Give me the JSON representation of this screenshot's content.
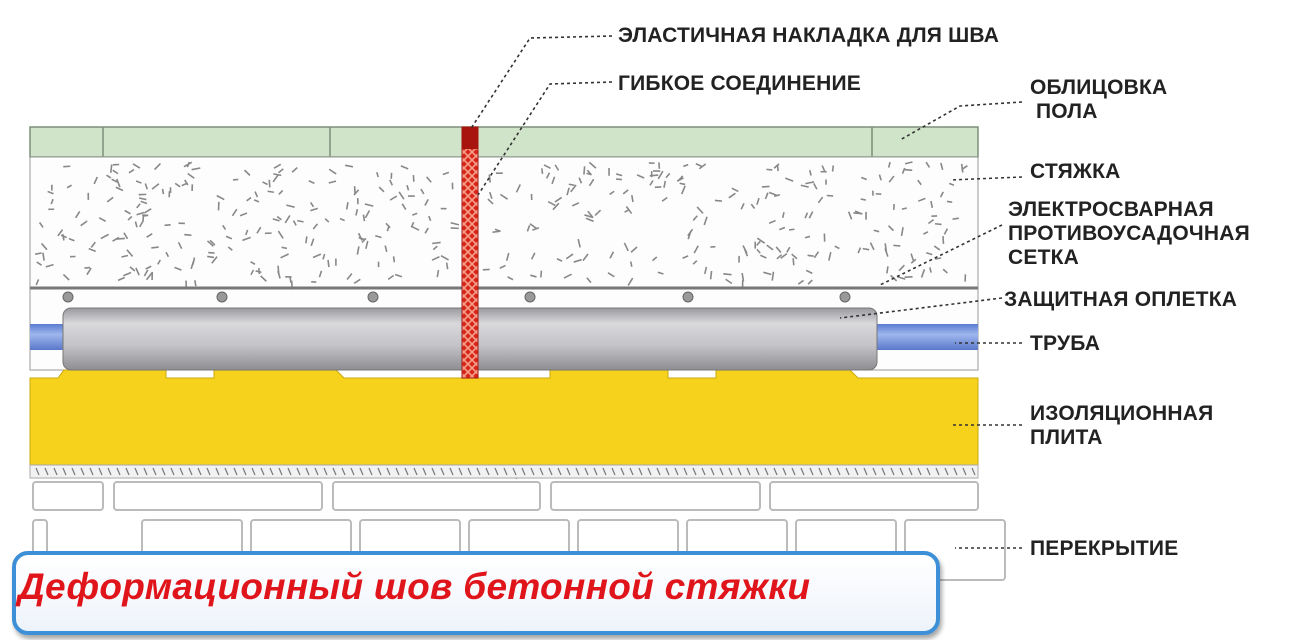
{
  "labels": {
    "elastic_overlay": "ЭЛАСТИЧНАЯ НАКЛАДКА ДЛЯ ШВА",
    "flexible_joint": "ГИБКОЕ СОЕДИНЕНИЕ",
    "floor_covering_1": "ОБЛИЦОВКА",
    "floor_covering_2": "ПОЛА",
    "screed": "СТЯЖКА",
    "mesh_1": "ЭЛЕКТРОСВАРНАЯ",
    "mesh_2": "ПРОТИВОУСАДОЧНАЯ",
    "mesh_3": "СЕТКА",
    "sleeve": "ЗАЩИТНАЯ ОПЛЕТКА",
    "pipe": "ТРУБА",
    "insulation_1": "ИЗОЛЯЦИОННАЯ",
    "insulation_2": "ПЛИТА",
    "slab": "ПЕРЕКРЫТИЕ"
  },
  "title": "Деформационный шов бетонной стяжки",
  "colors": {
    "tile": "#cfe4c8",
    "insulation": "#f6d21c",
    "pipe": "#6f8fd8",
    "joint": "#d8261c",
    "frame": "#3d8fd8",
    "title": "#e0141b"
  }
}
